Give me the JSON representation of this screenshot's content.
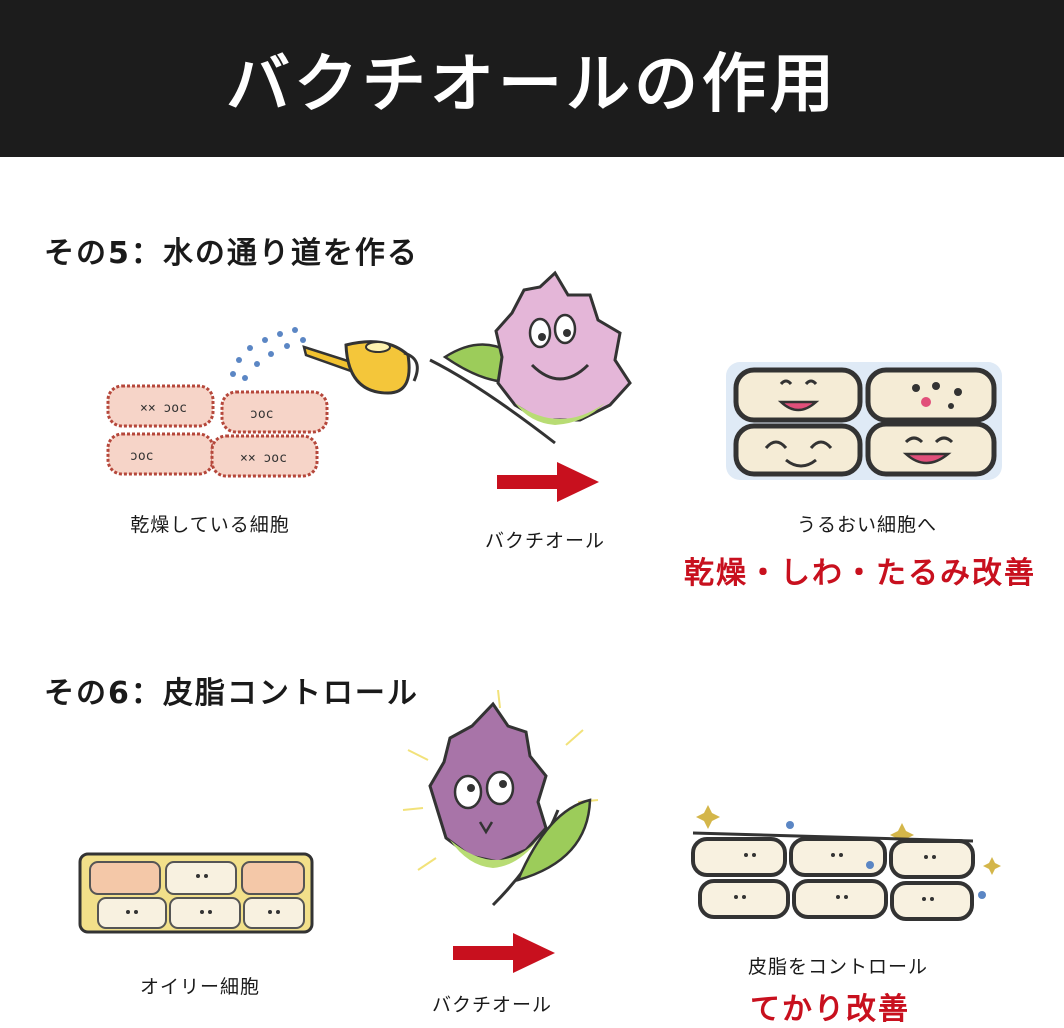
{
  "header": {
    "title": "バクチオールの作用"
  },
  "section5": {
    "heading": "その5：水の通り道を作る",
    "before_caption": "乾燥している細胞",
    "agent_caption": "バクチオール",
    "after_caption": "うるおい細胞へ",
    "result": "乾燥・しわ・たるみ改善"
  },
  "section6": {
    "heading": "その6：皮脂コントロール",
    "before_caption": "オイリー細胞",
    "agent_caption": "バクチオール",
    "after_caption": "皮脂をコントロール",
    "result": "てかり改善"
  },
  "colors": {
    "header_bg": "#1c1c1c",
    "accent_red": "#c8101e",
    "leaf_purple": "#8e4a8a",
    "leaf_green": "#9ccc5a",
    "cell_fill": "#f5ecd6",
    "oily_yellow": "#f2e08a",
    "water_blue": "#5b86c4"
  }
}
